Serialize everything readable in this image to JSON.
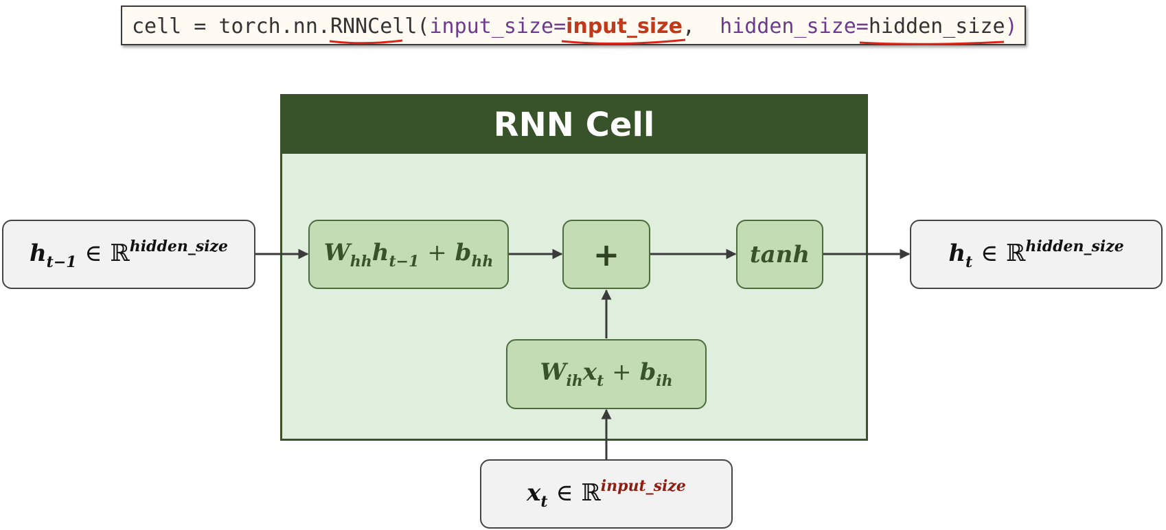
{
  "code": {
    "prefix": "cell = torch.nn.",
    "class_name": "RNNCell",
    "open_paren": "(",
    "input_kw": "input_size=",
    "input_val": "input_size",
    "comma": ",  ",
    "hidden_kw": "hidden_size=",
    "hidden_val": "hidden_size",
    "close_paren": ")"
  },
  "cell": {
    "title": "RNN Cell"
  },
  "nodes": {
    "h_prev": {
      "var": "h",
      "sub": "t−1",
      "in": "∈",
      "set": "ℝ",
      "sup": "hidden_size"
    },
    "whh": {
      "w": "W",
      "w_sub": "hh",
      "h": "h",
      "h_sub": "t−1",
      "plus": "+",
      "b": "b",
      "b_sub": "hh"
    },
    "add": {
      "symbol": "+"
    },
    "tanh": {
      "label": "tanh"
    },
    "h_out": {
      "var": "h",
      "sub": "t",
      "in": "∈",
      "set": "ℝ",
      "sup": "hidden_size"
    },
    "wih": {
      "w": "W",
      "w_sub": "ih",
      "x": "x",
      "x_sub": "t",
      "plus": "+",
      "b": "b",
      "b_sub": "ih"
    },
    "x_in": {
      "var": "x",
      "sub": "t",
      "in": "∈",
      "set": "ℝ",
      "sup": "input_size"
    }
  },
  "colors": {
    "header": "#38532a",
    "cell_fill": "#dfeedd",
    "node_fill": "#c3dcb4",
    "io_fill": "#f2f2f2",
    "highlight": "#c0391b",
    "underline": "#d9261c",
    "keyword": "#6d3b8c"
  }
}
